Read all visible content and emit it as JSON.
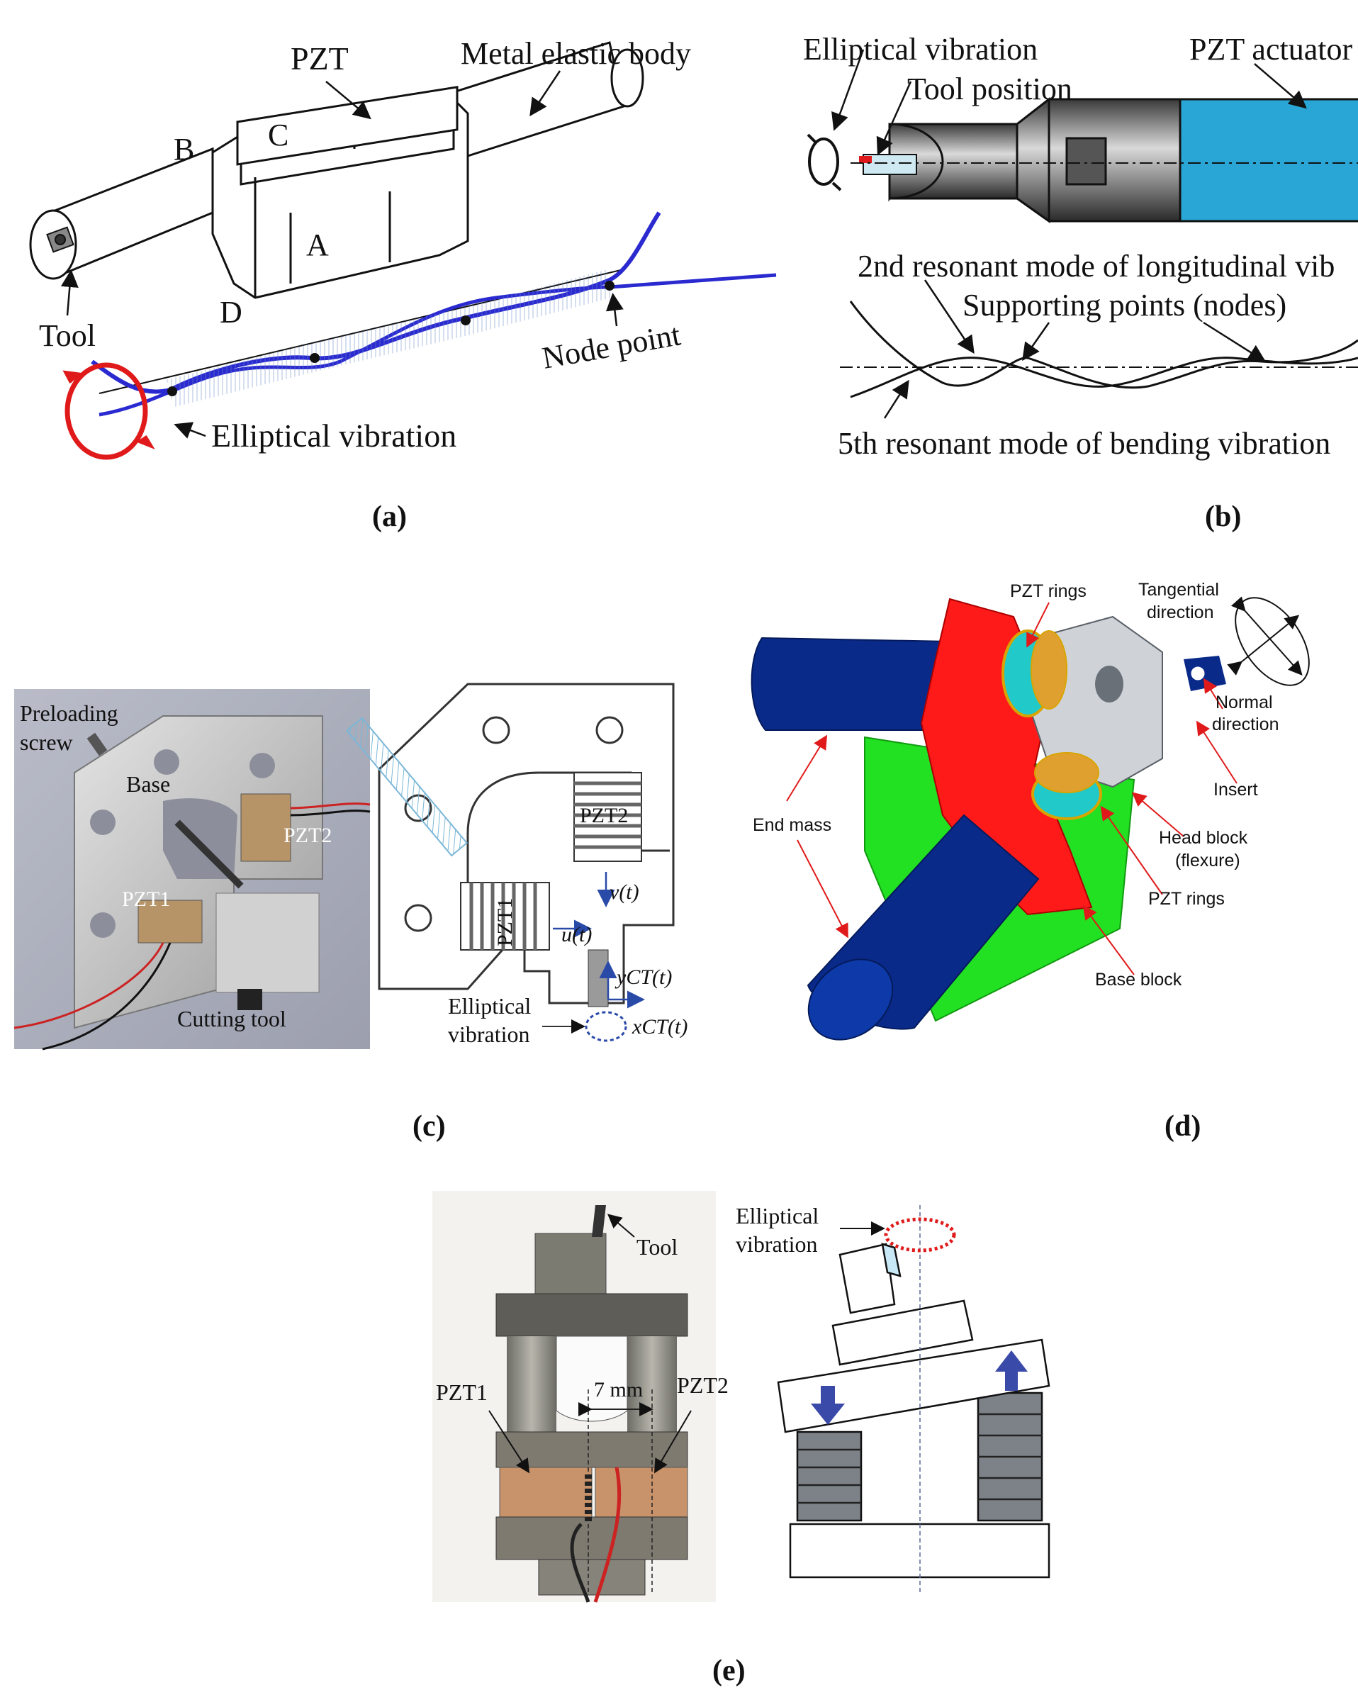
{
  "panels": {
    "a": {
      "caption": "(a)",
      "labels": {
        "pzt": "PZT",
        "body": "Metal elastic body",
        "b": "B",
        "c": "C",
        "a": "A",
        "d": "D",
        "tool": "Tool",
        "node": "Node point",
        "elliptical": "Elliptical vibration"
      }
    },
    "b": {
      "caption": "(b)",
      "labels": {
        "elliptical": "Elliptical vibration",
        "actuator": "PZT actuator",
        "tool_position": "Tool position",
        "longitudinal": "2nd resonant mode of longitudinal vib",
        "supporting": "Supporting points (nodes)",
        "bending": "5th resonant mode of bending vibration"
      }
    },
    "c": {
      "caption": "(c)",
      "labels": {
        "preloading_1": "Preloading",
        "preloading_2": "screw",
        "base": "Base",
        "pzt2_photo": "PZT2",
        "pzt1_photo": "PZT1",
        "cutting_tool": "Cutting tool",
        "pzt2": "PZT2",
        "pzt1": "PZT1",
        "v": "v(t)",
        "u": "u(t)",
        "y": "yCT(t)",
        "x": "xCT(t)",
        "elliptical_1": "Elliptical",
        "elliptical_2": "vibration"
      }
    },
    "d": {
      "caption": "(d)",
      "labels": {
        "pzt_rings_top": "PZT rings",
        "tangential_1": "Tangential",
        "tangential_2": "direction",
        "normal_1": "Normal",
        "normal_2": "direction",
        "insert": "Insert",
        "end_mass": "End mass",
        "head_block_1": "Head block",
        "head_block_2": "(flexure)",
        "pzt_rings_bottom": "PZT rings",
        "base_block": "Base block"
      }
    },
    "e": {
      "caption": "(e)",
      "labels": {
        "tool": "Tool",
        "pzt1": "PZT1",
        "pzt2": "PZT2",
        "gap": "7 mm",
        "elliptical_1": "Elliptical",
        "elliptical_2": "vibration"
      }
    }
  },
  "colors": {
    "mode_blue": "#2a2ad0",
    "ellipse_red": "#e01a1a",
    "actuator_cyan": "#29a6d6",
    "cad_red": "#ff1a1a",
    "cad_green": "#22e022",
    "cad_navy": "#0a2a8a"
  }
}
